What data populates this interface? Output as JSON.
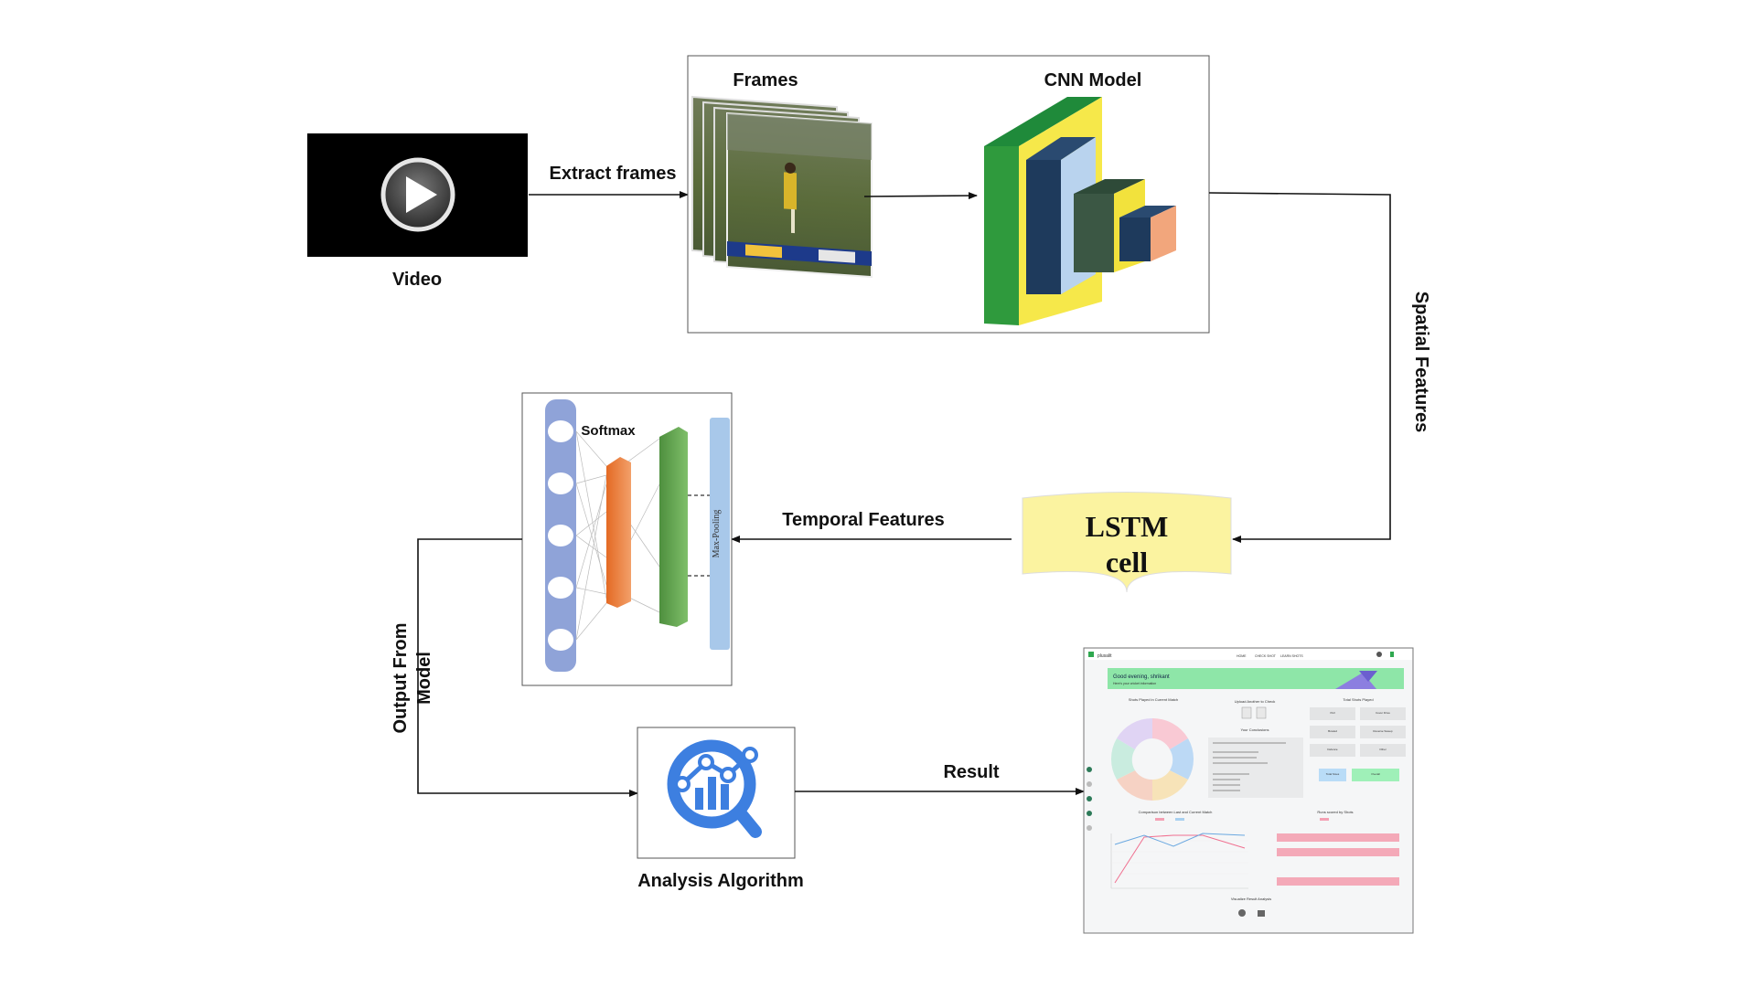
{
  "labels": {
    "video": "Video",
    "extract_frames": "Extract frames",
    "frames": "Frames",
    "cnn_model": "CNN Model",
    "spatial_features": "Spatial Features",
    "lstm_line1": "LSTM",
    "lstm_line2": "cell",
    "temporal_features": "Temporal Features",
    "softmax": "Softmax",
    "max_pooling": "Max-Pooling",
    "output_from_model_line1": "Output From",
    "output_from_model_line2": "Model",
    "analysis_algorithm": "Analysis Algorithm",
    "result": "Result"
  },
  "dashboard": {
    "brand": "plusalit",
    "nav": [
      "HOME",
      "CHECK SHOT",
      "LEARN SHOTS"
    ],
    "greeting": "Good evening, shrikant",
    "greeting_sub": "Here's your cricket information",
    "shots_current_title": "Shots Played in Current Match",
    "upload_title": "Upload Another to Check",
    "conclusions_title": "Your Conclusions",
    "total_shots_title": "Total Shots Played",
    "shot_types": [
      "Pull",
      "Cover Drive",
      "Bowled",
      "Reverse Sweep",
      "Defence",
      "Other"
    ],
    "comparison_title": "Comparison between Last and Current Match",
    "runs_title": "Runs scored by Shots",
    "visualize_title": "Visualize Result Analysis",
    "total_sixes_label": "Total Sixes",
    "overall_label": "Overall"
  },
  "colors": {
    "cnn_green": "#1f8a3a",
    "cnn_yellow": "#f6e84a",
    "cnn_navy": "#1e3a5c",
    "cnn_lightblue": "#b9d3ee",
    "cnn_olive": "#3b5744",
    "cnn_peach": "#f2a67c",
    "lstm_fill": "#fbf3a0",
    "softmax_blue": "#8fa3d8",
    "orange_layer": "#e46a24",
    "green_layer": "#5a9b4a",
    "pool_blue": "#a8c8ea",
    "analysis_blue": "#3d7fe0"
  },
  "icons": {
    "video": "play-icon",
    "analysis": "analytics-magnifier-icon"
  }
}
